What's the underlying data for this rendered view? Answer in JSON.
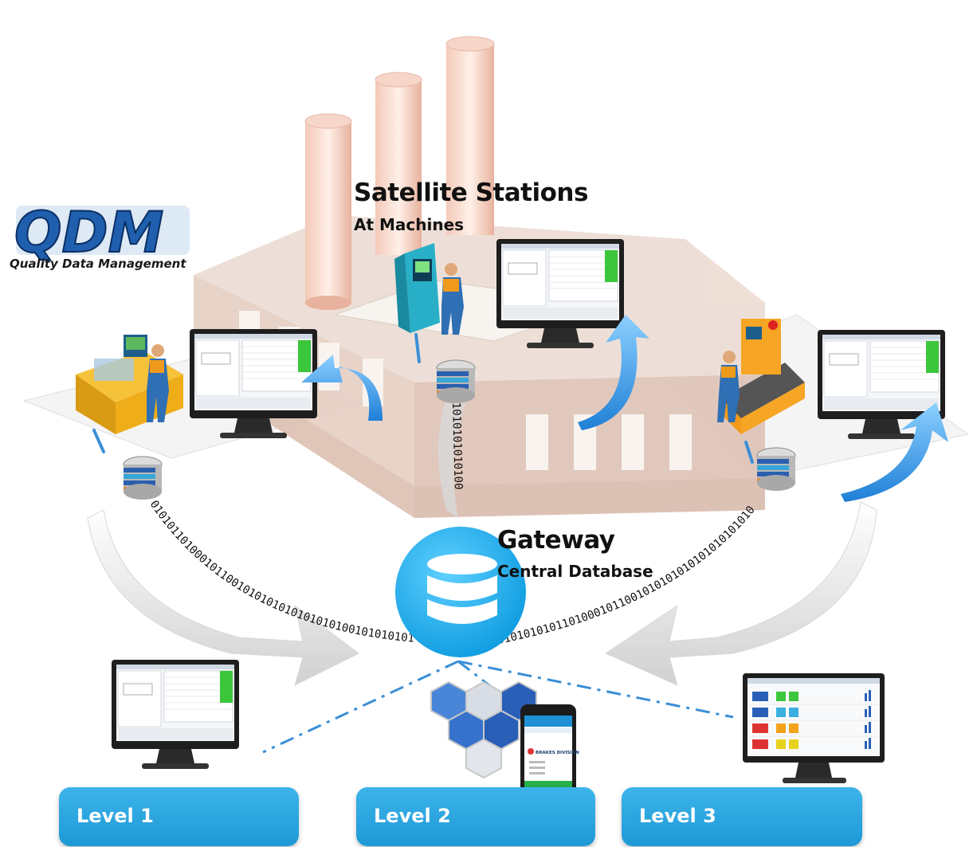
{
  "logo": {
    "wordmark": "QDM",
    "subtitle": "Quality Data Management"
  },
  "satellite": {
    "title": "Satellite Stations",
    "subtitle": "At Machines"
  },
  "gateway": {
    "title": "Gateway",
    "subtitle": "Central Database"
  },
  "binary": {
    "left": "0101011010001011001010101010101010100101010101",
    "center": "1010101010100",
    "right": "01010101011010001011001010101010101010101010"
  },
  "mobile": {
    "division": "BRAKES DIVISION"
  },
  "levels": [
    {
      "label": "Level 1"
    },
    {
      "label": "Level 2"
    },
    {
      "label": "Level 3"
    }
  ],
  "colors": {
    "accent_blue": "#1e98d6",
    "arrow_blue": "#4aa3e8",
    "factory": "#d9c2b6",
    "machine_yellow": "#f2b21c",
    "status_green": "#3cc63c"
  }
}
